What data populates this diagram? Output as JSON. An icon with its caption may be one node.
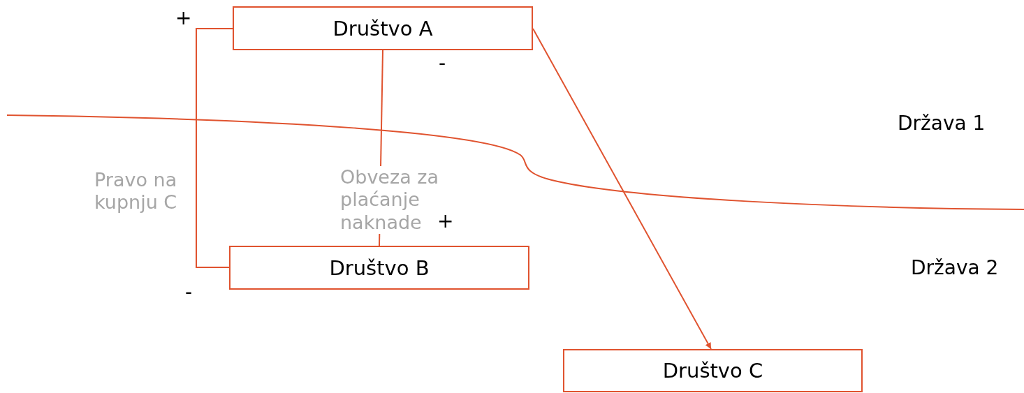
{
  "diagram": {
    "nodes": [
      {
        "text": [
          "Društvo A"
        ]
      },
      {
        "text": [
          "Društvo B"
        ]
      },
      {
        "text": [
          "Društvo C"
        ]
      }
    ],
    "edges": [
      {
        "from": 0,
        "to": 1,
        "arrow": "none",
        "label": "Pravo na kupnju C"
      },
      {
        "from": 0,
        "to": 1,
        "arrow": "none",
        "label": "Obveza za plaćanje naknade"
      },
      {
        "from": 0,
        "to": 2,
        "arrow": "to"
      }
    ],
    "labels": [
      "+",
      "-",
      "Država 1",
      "+",
      "Država 2",
      "-"
    ]
  }
}
